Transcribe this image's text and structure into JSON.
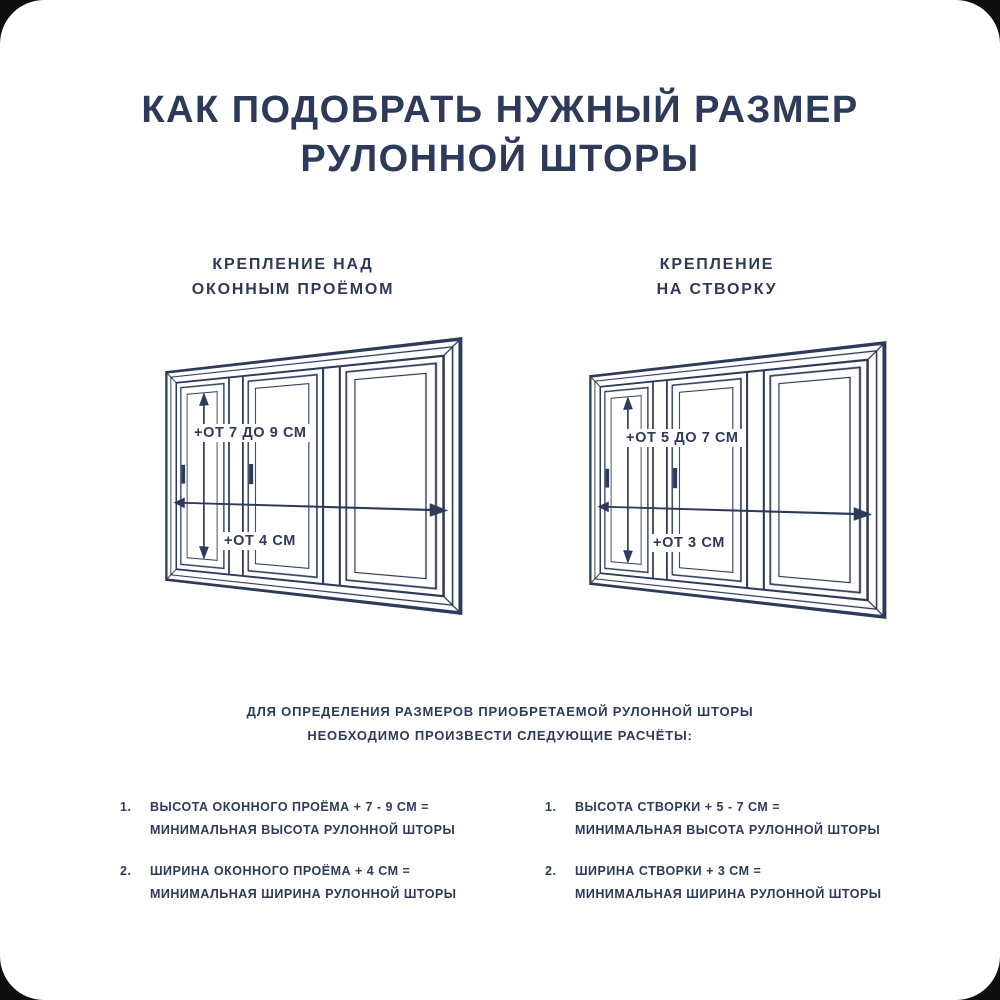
{
  "colors": {
    "text": "#2e3a59",
    "background": "#ffffff",
    "outer_corners": "#0e0e0e"
  },
  "title": {
    "line1": "КАК ПОДОБРАТЬ НУЖНЫЙ РАЗМЕР",
    "line2": "РУЛОННОЙ ШТОРЫ"
  },
  "sections": {
    "left": {
      "heading_line1": "КРЕПЛЕНИЕ НАД",
      "heading_line2": "ОКОННЫМ ПРОЁМОМ",
      "height_label": "+ОТ 7 ДО 9 СМ",
      "width_label": "+ОТ 4 СМ"
    },
    "right": {
      "heading_line1": "КРЕПЛЕНИЕ",
      "heading_line2": "НА СТВОРКУ",
      "height_label": "+ОТ 5 ДО 7 СМ",
      "width_label": "+ОТ 3 СМ"
    }
  },
  "note": {
    "line1": "ДЛЯ ОПРЕДЕЛЕНИЯ РАЗМЕРОВ ПРИОБРЕТАЕМОЙ РУЛОННОЙ ШТОРЫ",
    "line2": "НЕОБХОДИМО ПРОИЗВЕСТИ СЛЕДУЮЩИЕ РАСЧЁТЫ:"
  },
  "calculations": {
    "left": [
      {
        "num": "1.",
        "line1": "ВЫСОТА ОКОННОГО ПРОЁМА + 7 - 9 СМ =",
        "line2": "МИНИМАЛЬНАЯ ВЫСОТА РУЛОННОЙ ШТОРЫ"
      },
      {
        "num": "2.",
        "line1": "ШИРИНА ОКОННОГО ПРОЁМА + 4 СМ =",
        "line2": "МИНИМАЛЬНАЯ ШИРИНА РУЛОННОЙ ШТОРЫ"
      }
    ],
    "right": [
      {
        "num": "1.",
        "line1": "ВЫСОТА СТВОРКИ + 5 - 7 СМ =",
        "line2": "МИНИМАЛЬНАЯ ВЫСОТА РУЛОННОЙ ШТОРЫ"
      },
      {
        "num": "2.",
        "line1": "ШИРИНА СТВОРКИ + 3 СМ =",
        "line2": "МИНИМАЛЬНАЯ ШИРИНА РУЛОННОЙ ШТОРЫ"
      }
    ]
  }
}
